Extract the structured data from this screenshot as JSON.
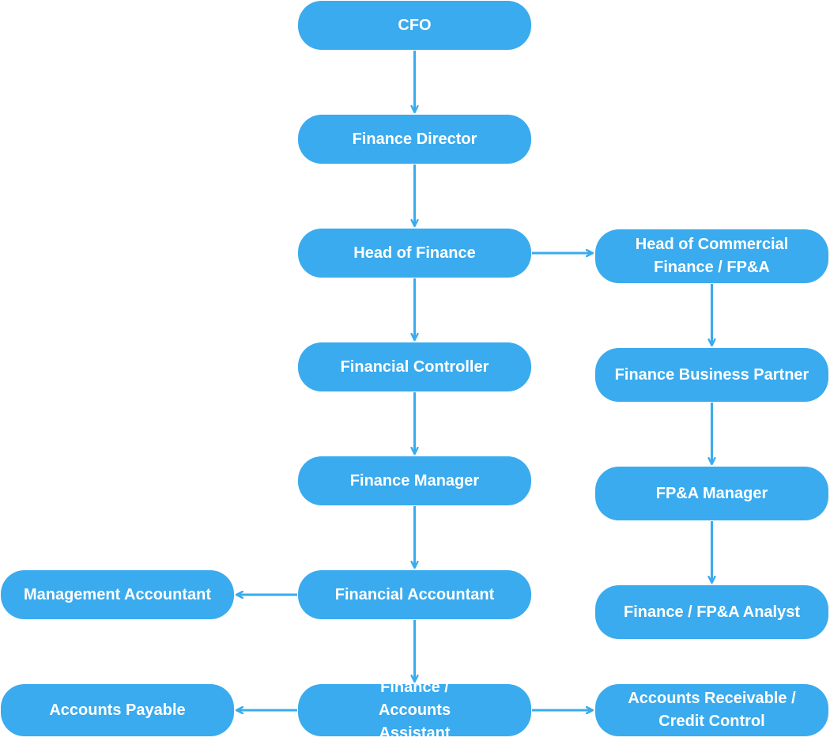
{
  "nodes": {
    "cfo": {
      "label": "CFO"
    },
    "finance_director": {
      "label": "Finance Director"
    },
    "head_of_finance": {
      "label": "Head of Finance"
    },
    "financial_controller": {
      "label": "Financial Controller"
    },
    "finance_manager": {
      "label": "Finance Manager"
    },
    "financial_accountant": {
      "label": "Financial Accountant"
    },
    "finance_accounts_assistant": {
      "label": "Finance / Accounts Assistant"
    },
    "management_accountant": {
      "label": "Management Accountant"
    },
    "accounts_payable": {
      "label": "Accounts Payable"
    },
    "head_commercial_finance": {
      "label": "Head of Commercial Finance / FP&A"
    },
    "finance_business_partner": {
      "label": "Finance Business Partner"
    },
    "fpa_manager": {
      "label": "FP&A Manager"
    },
    "finance_fpa_analyst": {
      "label": "Finance / FP&A Analyst"
    },
    "accounts_receivable": {
      "label": "Accounts Receivable / Credit Control"
    }
  },
  "edges": [
    {
      "from": "cfo",
      "to": "finance_director"
    },
    {
      "from": "finance_director",
      "to": "head_of_finance"
    },
    {
      "from": "head_of_finance",
      "to": "financial_controller"
    },
    {
      "from": "head_of_finance",
      "to": "head_commercial_finance"
    },
    {
      "from": "financial_controller",
      "to": "finance_manager"
    },
    {
      "from": "finance_manager",
      "to": "financial_accountant"
    },
    {
      "from": "financial_accountant",
      "to": "management_accountant"
    },
    {
      "from": "financial_accountant",
      "to": "finance_accounts_assistant"
    },
    {
      "from": "finance_accounts_assistant",
      "to": "accounts_payable"
    },
    {
      "from": "finance_accounts_assistant",
      "to": "accounts_receivable"
    },
    {
      "from": "head_commercial_finance",
      "to": "finance_business_partner"
    },
    {
      "from": "finance_business_partner",
      "to": "fpa_manager"
    },
    {
      "from": "fpa_manager",
      "to": "finance_fpa_analyst"
    }
  ],
  "colors": {
    "node_fill": "#3aabee",
    "node_text": "#ffffff",
    "edge": "#3aabee"
  }
}
